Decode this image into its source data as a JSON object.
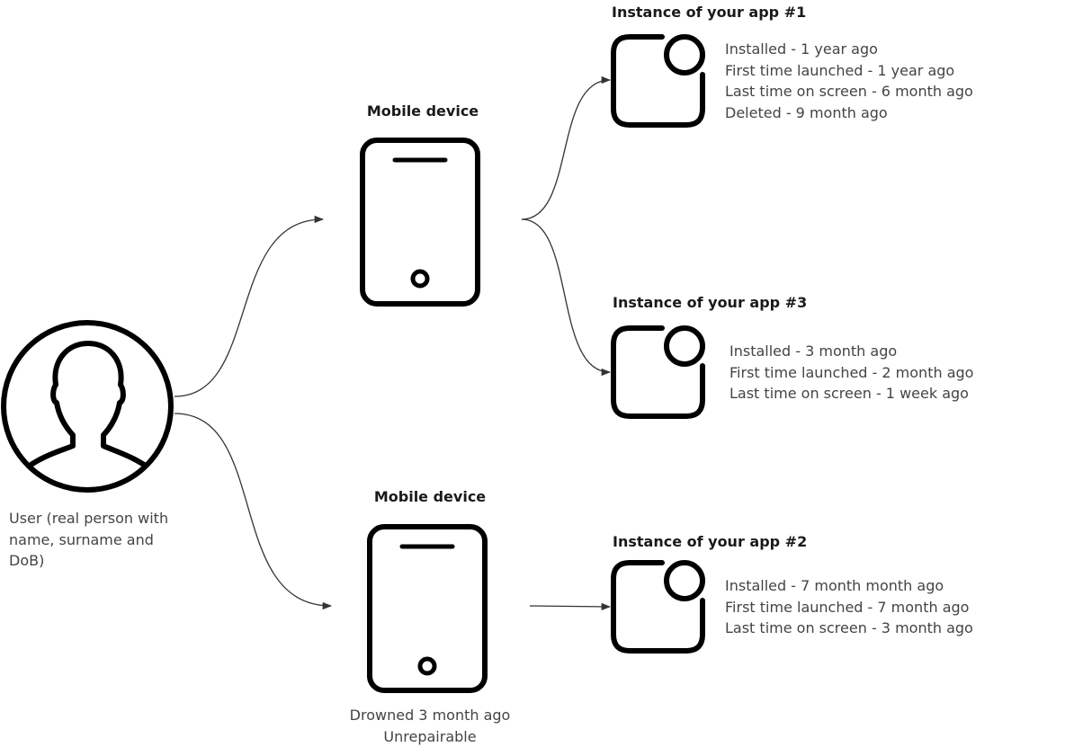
{
  "user": {
    "label_lines": [
      "User (real person with",
      "name, surname and",
      "DoB)"
    ]
  },
  "device_top": {
    "title": "Mobile device"
  },
  "device_bottom": {
    "title": "Mobile device",
    "notes": [
      "Drowned 3 month ago",
      "Unrepairable"
    ]
  },
  "app_1": {
    "title": "Instance of your app #1",
    "details": [
      "Installed - 1 year ago",
      "First time launched - 1 year ago",
      "Last time on screen - 6 month ago",
      "Deleted - 9 month ago"
    ]
  },
  "app_3": {
    "title": "Instance of your app #3",
    "details": [
      "Installed - 3 month ago",
      "First time launched - 2 month ago",
      "Last time on screen - 1 week ago"
    ]
  },
  "app_2": {
    "title": "Instance of your app #2",
    "details": [
      "Installed - 7 month month ago",
      "First time launched - 7 month ago",
      "Last time on screen - 3 month ago"
    ]
  },
  "icons": {
    "user": "user-avatar-icon",
    "device": "smartphone-icon",
    "app": "app-icon"
  },
  "colors": {
    "stroke": "#000000",
    "connector": "#333333",
    "text": "#444444"
  }
}
